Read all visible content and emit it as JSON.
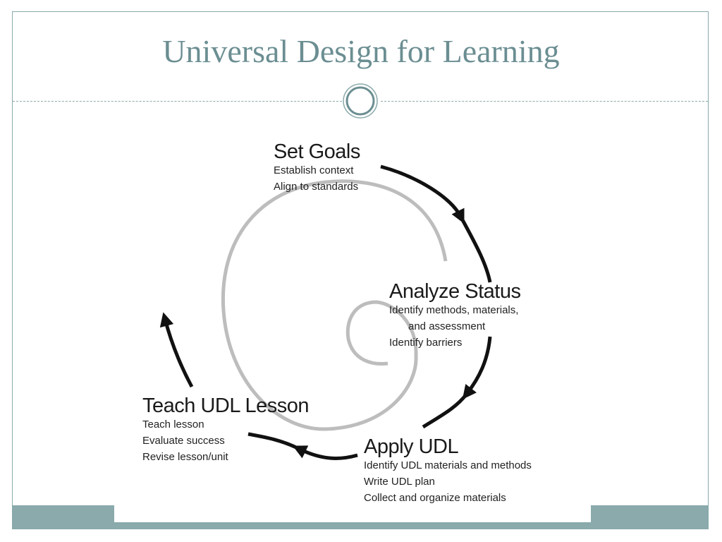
{
  "slide": {
    "title": "Universal Design for Learning",
    "accent_color": "#6b8e92",
    "band_color": "#8aaaac"
  },
  "diagram": {
    "stages": [
      {
        "heading": "Set Goals",
        "lines": [
          "Establish context",
          "Align to standards"
        ]
      },
      {
        "heading": "Analyze Status",
        "lines": [
          "Identify methods, materials,",
          "and  assessment",
          "Identify barriers"
        ]
      },
      {
        "heading": "Apply UDL",
        "lines": [
          "Identify UDL materials and methods",
          "Write UDL plan",
          "Collect and organize materials"
        ]
      },
      {
        "heading": "Teach UDL Lesson",
        "lines": [
          "Teach lesson",
          "Evaluate success",
          "Revise lesson/unit"
        ]
      }
    ]
  }
}
